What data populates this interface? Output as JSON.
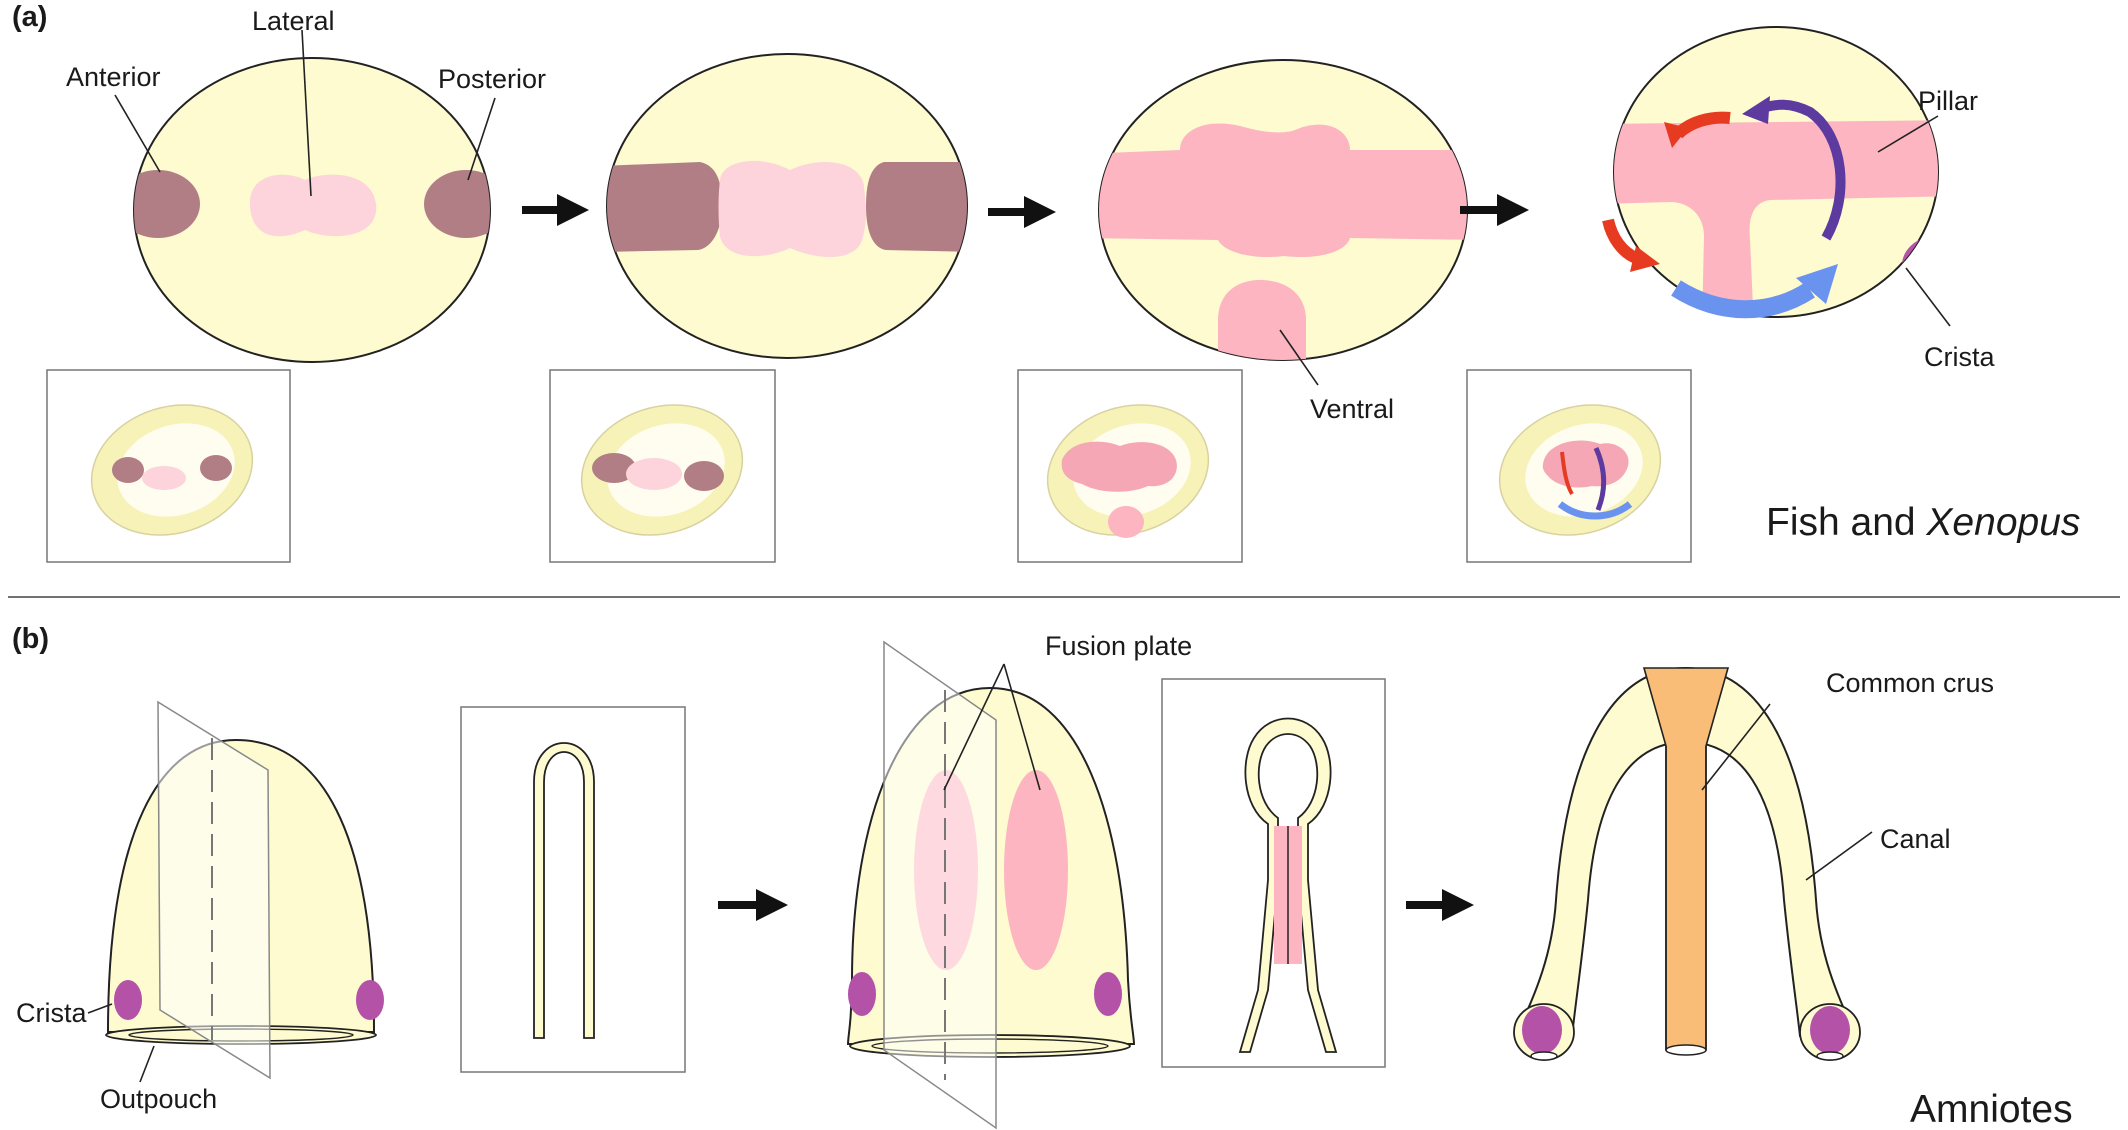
{
  "panel_a": {
    "letter": "(a)",
    "labels": {
      "anterior": "Anterior",
      "lateral": "Lateral",
      "posterior": "Posterior",
      "pillar": "Pillar",
      "crista": "Crista",
      "ventral": "Ventral"
    },
    "caption": {
      "prefix": "Fish and ",
      "species": "Xenopus"
    }
  },
  "panel_b": {
    "letter": "(b)",
    "labels": {
      "crista": "Crista",
      "outpouch": "Outpouch",
      "fusion_plate": "Fusion plate",
      "common_crus": "Common crus",
      "canal": "Canal"
    },
    "caption": "Amniotes"
  },
  "colors": {
    "epithelium": "#fdfbcf",
    "prosensory_anterior_posterior": "#b27e86",
    "outgrowth": "#fcb5c1",
    "lateral_bud": "#fdd3dc",
    "crista": "#b452a8",
    "common_crus": "#f9bd78",
    "red_arrow": "#e63b21",
    "blue_arrow": "#6a93ef",
    "purple_arrow": "#5d3aa0"
  }
}
